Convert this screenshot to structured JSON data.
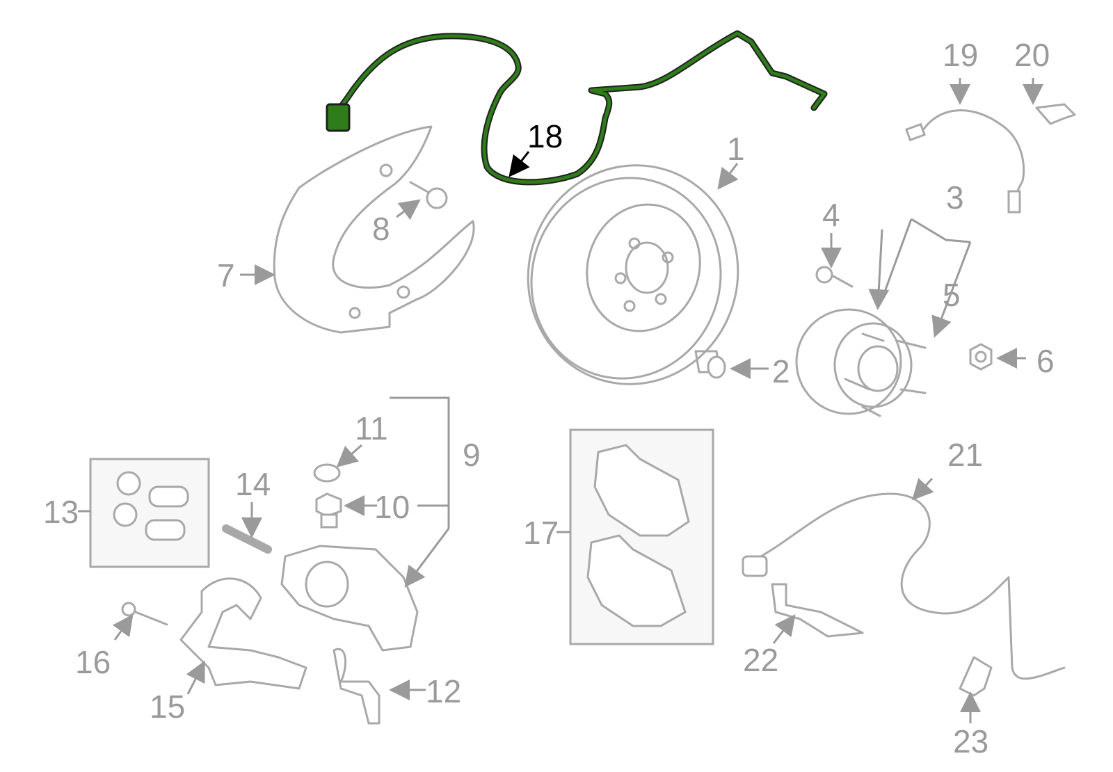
{
  "diagram": {
    "highlight_color": "#2e7d1a",
    "part_color": "#a8a8a8",
    "callouts": [
      {
        "id": "1",
        "text": "1"
      },
      {
        "id": "2",
        "text": "2"
      },
      {
        "id": "3",
        "text": "3"
      },
      {
        "id": "4",
        "text": "4"
      },
      {
        "id": "5",
        "text": "5"
      },
      {
        "id": "6",
        "text": "6"
      },
      {
        "id": "7",
        "text": "7"
      },
      {
        "id": "8",
        "text": "8"
      },
      {
        "id": "9",
        "text": "9"
      },
      {
        "id": "10",
        "text": "10"
      },
      {
        "id": "11",
        "text": "11"
      },
      {
        "id": "12",
        "text": "12"
      },
      {
        "id": "13",
        "text": "13"
      },
      {
        "id": "14",
        "text": "14"
      },
      {
        "id": "15",
        "text": "15"
      },
      {
        "id": "16",
        "text": "16"
      },
      {
        "id": "17",
        "text": "17"
      },
      {
        "id": "18",
        "text": "18"
      },
      {
        "id": "19",
        "text": "19"
      },
      {
        "id": "20",
        "text": "20"
      },
      {
        "id": "21",
        "text": "21"
      },
      {
        "id": "22",
        "text": "22"
      },
      {
        "id": "23",
        "text": "23"
      }
    ],
    "highlighted_part": "18"
  }
}
